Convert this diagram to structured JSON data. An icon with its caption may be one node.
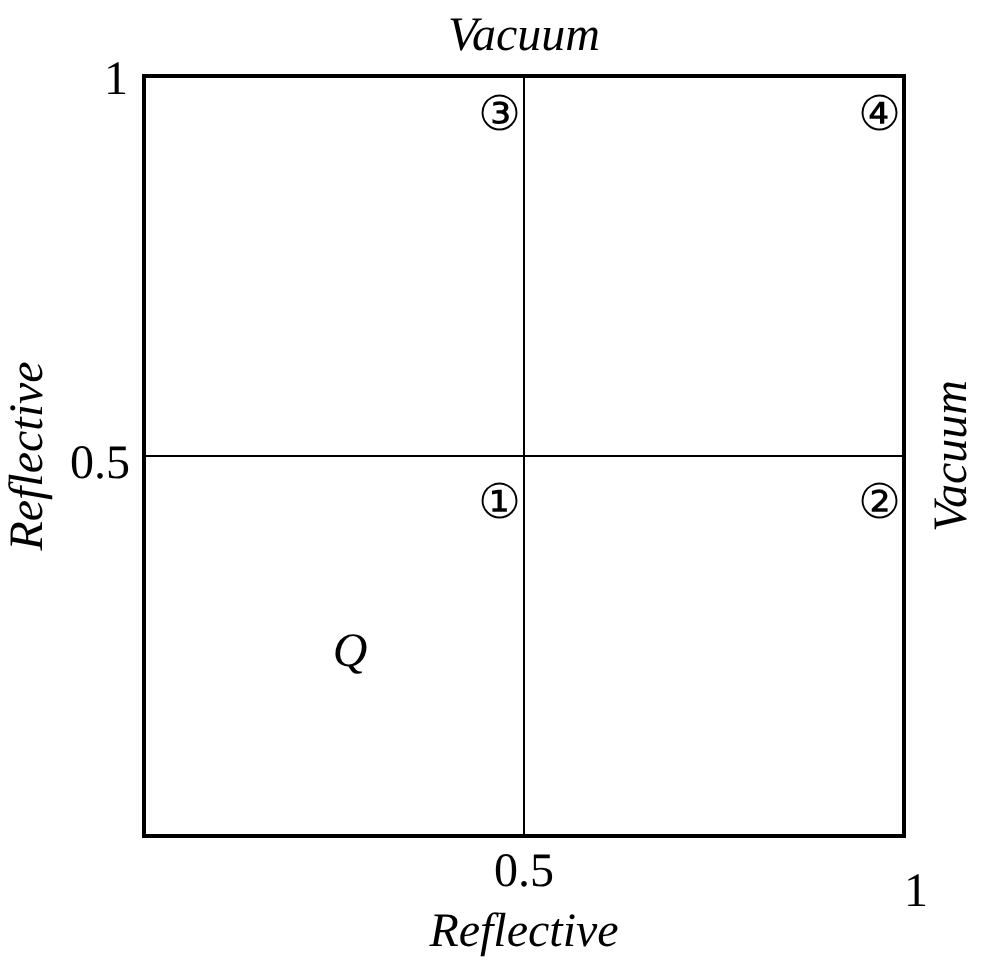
{
  "diagram": {
    "labels": [
      "Vacuum",
      "1",
      "③",
      "④",
      "Reflective",
      "0.5",
      "①",
      "②",
      "Vacuum",
      "Q",
      "0.5",
      "1",
      "Reflective"
    ]
  }
}
